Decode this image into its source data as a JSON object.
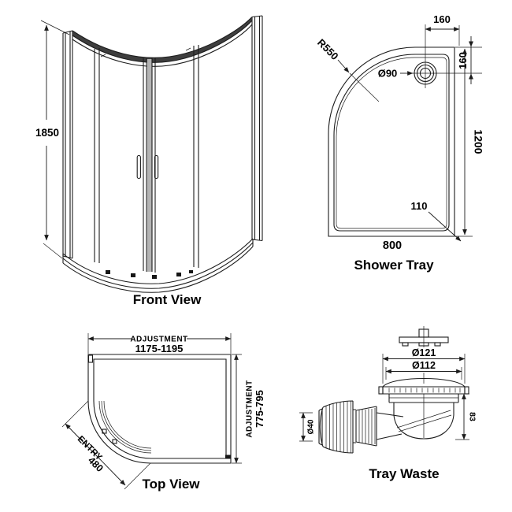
{
  "page": {
    "colors": {
      "background": "#ffffff",
      "line": "#1c1c1c",
      "text": "#000000",
      "rail_band": "#3e3e3e",
      "door_gap_strip": "#b3b3b3"
    }
  },
  "front_view": {
    "label": "Front View",
    "height_dim": "1850"
  },
  "shower_tray": {
    "label": "Shower Tray",
    "radius_dim": "R550",
    "drain_dim": "Ø90",
    "drain_offset_top_dim": "160",
    "drain_offset_side_dim": "160",
    "length_dim": "1200",
    "corner_radius_dim": "110",
    "width_dim": "800"
  },
  "top_view": {
    "label": "Top View",
    "width_adjustment_label": "ADJUSTMENT",
    "width_adjustment_range": "1175-1195",
    "depth_adjustment_label": "ADJUSTMENT",
    "depth_adjustment_range": "775-795",
    "entry_label": "ENTRY",
    "entry_dim": "480"
  },
  "tray_waste": {
    "label": "Tray Waste",
    "flange_diameter_dim": "Ø121",
    "body_diameter_dim": "Ø112",
    "outlet_diameter_dim": "Ø40",
    "height_dim": "83"
  }
}
